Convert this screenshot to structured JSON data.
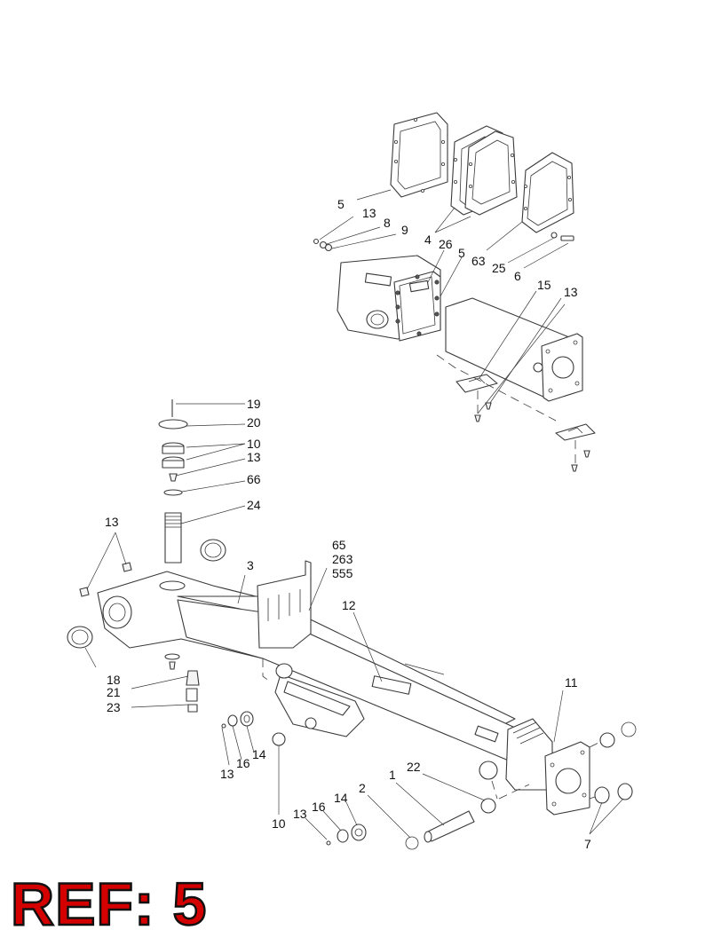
{
  "ref_label": "REF: 5",
  "callouts": [
    {
      "id": "c5a",
      "text": "5"
    },
    {
      "id": "c13a",
      "text": "13"
    },
    {
      "id": "c8",
      "text": "8"
    },
    {
      "id": "c9",
      "text": "9"
    },
    {
      "id": "c4",
      "text": "4"
    },
    {
      "id": "c26",
      "text": "26"
    },
    {
      "id": "c5b",
      "text": "5"
    },
    {
      "id": "c63",
      "text": "63"
    },
    {
      "id": "c25",
      "text": "25"
    },
    {
      "id": "c6",
      "text": "6"
    },
    {
      "id": "c15",
      "text": "15"
    },
    {
      "id": "c13b",
      "text": "13"
    },
    {
      "id": "c19",
      "text": "19"
    },
    {
      "id": "c20",
      "text": "20"
    },
    {
      "id": "c10a",
      "text": "10"
    },
    {
      "id": "c13c",
      "text": "13"
    },
    {
      "id": "c66",
      "text": "66"
    },
    {
      "id": "c24",
      "text": "24"
    },
    {
      "id": "c13d",
      "text": "13"
    },
    {
      "id": "c65",
      "text": "65"
    },
    {
      "id": "c263",
      "text": "263"
    },
    {
      "id": "c555",
      "text": "555"
    },
    {
      "id": "c3",
      "text": "3"
    },
    {
      "id": "c12",
      "text": "12"
    },
    {
      "id": "c11",
      "text": "11"
    },
    {
      "id": "c18",
      "text": "18"
    },
    {
      "id": "c21",
      "text": "21"
    },
    {
      "id": "c23",
      "text": "23"
    },
    {
      "id": "c13e",
      "text": "13"
    },
    {
      "id": "c16a",
      "text": "16"
    },
    {
      "id": "c14a",
      "text": "14"
    },
    {
      "id": "c10b",
      "text": "10"
    },
    {
      "id": "c13f",
      "text": "13"
    },
    {
      "id": "c16b",
      "text": "16"
    },
    {
      "id": "c14b",
      "text": "14"
    },
    {
      "id": "c2",
      "text": "2"
    },
    {
      "id": "c1",
      "text": "1"
    },
    {
      "id": "c22",
      "text": "22"
    },
    {
      "id": "c7",
      "text": "7"
    }
  ]
}
